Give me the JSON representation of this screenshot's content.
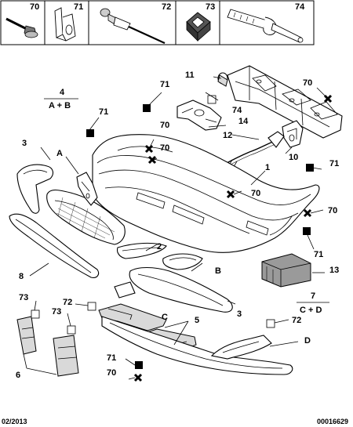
{
  "header": {
    "boxes": [
      {
        "ref": "70",
        "icon": "screw-bolt-icon"
      },
      {
        "ref": "71",
        "icon": "spring-clip-icon"
      },
      {
        "ref": "72",
        "icon": "rivet-icon"
      },
      {
        "ref": "73",
        "icon": "square-clip-nut-icon"
      },
      {
        "ref": "74",
        "icon": "push-rivet-icon"
      }
    ]
  },
  "callouts": {
    "ref_1": "1",
    "ref_2": "2",
    "ref_3a": "3",
    "ref_3b": "3",
    "ref_5": "5",
    "ref_6": "6",
    "ref_8": "8",
    "ref_10": "10",
    "ref_11": "11",
    "ref_12": "12",
    "ref_13": "13",
    "ref_14": "14",
    "ref_70a": "70",
    "ref_70b": "70",
    "ref_70c": "70",
    "ref_70d": "70",
    "ref_70e": "70",
    "ref_70f": "70",
    "ref_71a": "71",
    "ref_71b": "71",
    "ref_71c": "71",
    "ref_71d": "71",
    "ref_71e": "71",
    "ref_72a": "72",
    "ref_72b": "72",
    "ref_73a": "73",
    "ref_73b": "73",
    "ref_74": "74",
    "ref_A": "A",
    "ref_B": "B",
    "ref_C": "C",
    "ref_D": "D"
  },
  "groups": {
    "g4_num": "4",
    "g4_formula": "A + B",
    "g7_num": "7",
    "g7_formula": "C + D"
  },
  "footer": {
    "date": "02/2013",
    "code": "00016629"
  },
  "colors": {
    "line": "#000000",
    "background": "#ffffff",
    "shade": "#d9d9d9",
    "dark_part": "#9a9a9a"
  }
}
